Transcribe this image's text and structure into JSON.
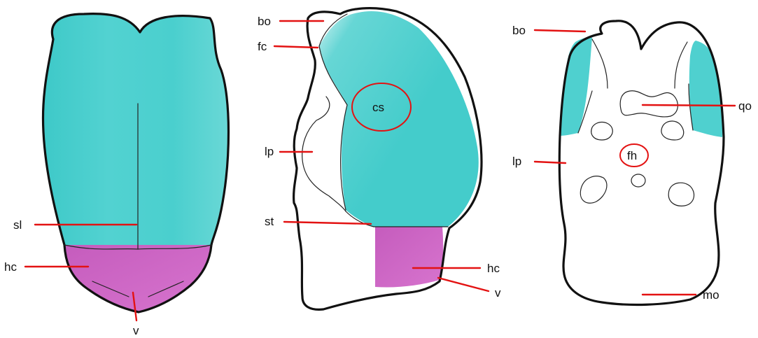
{
  "colors": {
    "cyan": "#4fd0cf",
    "magenta": "#cf6cc6",
    "leader": "#e31212",
    "outline": "#111111"
  },
  "panels": {
    "left": {
      "labels": {
        "sl": "sl",
        "hc": "hc",
        "v": "v"
      }
    },
    "middle": {
      "labels": {
        "bo": "bo",
        "fc": "fc",
        "cs": "cs",
        "lp": "lp",
        "st": "st",
        "hc": "hc",
        "v": "v"
      }
    },
    "right": {
      "labels": {
        "bo": "bo",
        "qo": "qo",
        "lp": "lp",
        "fh": "fh",
        "mo": "mo"
      }
    }
  }
}
